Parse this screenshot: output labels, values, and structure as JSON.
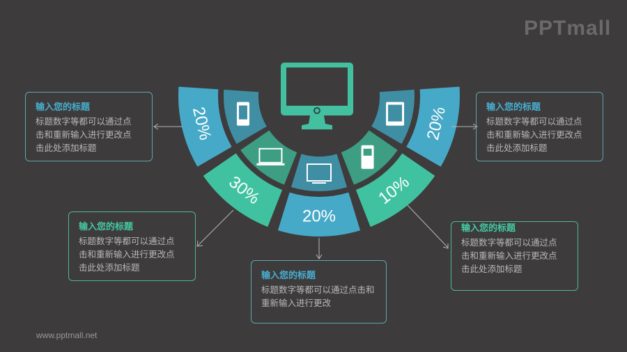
{
  "logo": "PPTmall",
  "footer": "www.pptmall.net",
  "colors": {
    "background": "#3d3b3b",
    "blue": "#47a9c8",
    "teal": "#40c2a0",
    "blue_inner": "#3f8ea4",
    "teal_inner": "#3d9e84",
    "monitor": "#43c0a0"
  },
  "chart_data": {
    "type": "pie",
    "title": "",
    "segments": [
      {
        "label": "20%",
        "value": 20,
        "color": "#47a9c8",
        "icon": "smartphone-icon"
      },
      {
        "label": "30%",
        "value": 30,
        "color": "#40c2a0",
        "icon": "laptop-icon"
      },
      {
        "label": "20%",
        "value": 20,
        "color": "#47a9c8",
        "icon": "monitor-tv-icon"
      },
      {
        "label": "10%",
        "value": 10,
        "color": "#40c2a0",
        "icon": "feature-phone-icon"
      },
      {
        "label": "20%",
        "value": 20,
        "color": "#47a9c8",
        "icon": "tablet-icon"
      }
    ],
    "center_icon": "desktop-monitor-icon"
  },
  "cards": [
    {
      "title": "输入您的标题",
      "body": "标题数字等都可以通过点\n击和重新输入进行更改点\n击此处添加标题"
    },
    {
      "title": "输入您的标题",
      "body": "标题数字等都可以通过点\n击和重新输入进行更改点\n击此处添加标题"
    },
    {
      "title": "输入您的标题",
      "body": "标题数字等都可以通过点击和\n重新输入进行更改"
    },
    {
      "title": "输入您的标题",
      "body": "标题数字等都可以通过点\n击和重新输入进行更改点\n击此处添加标题"
    },
    {
      "title": "输入您的标题",
      "body": "标题数字等都可以通过点\n击和重新输入进行更改点\n击此处添加标题"
    }
  ]
}
